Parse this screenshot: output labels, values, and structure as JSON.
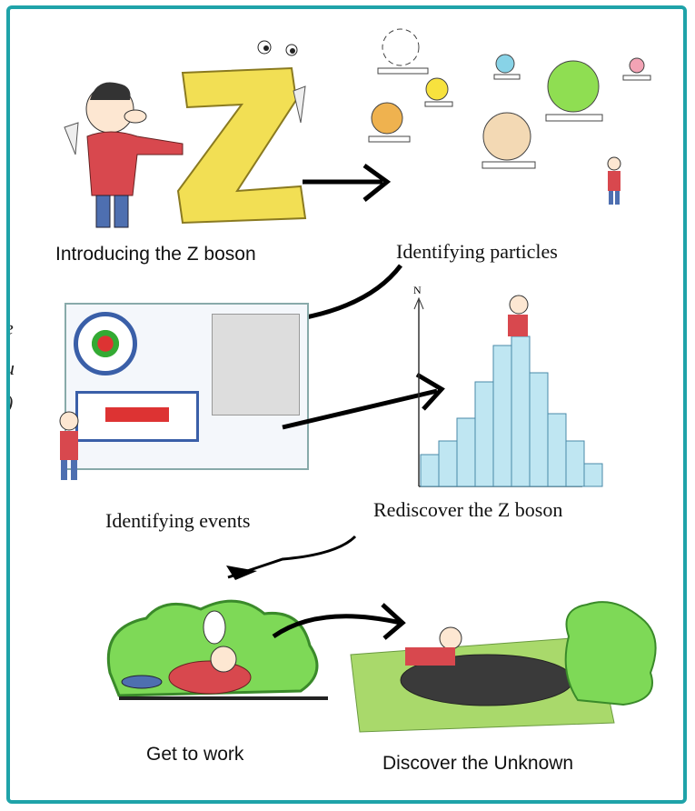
{
  "steps": [
    {
      "id": "intro",
      "caption": "Introducing the Z boson"
    },
    {
      "id": "particles",
      "caption": "Identifying particles"
    },
    {
      "id": "events",
      "caption": "Identifying events"
    },
    {
      "id": "rediscover",
      "caption": "Rediscover the Z boson"
    },
    {
      "id": "work",
      "caption": "Get to work"
    },
    {
      "id": "unknown",
      "caption": "Discover the Unknown"
    }
  ],
  "histogram": {
    "axis_label": "N"
  },
  "left_edge_fragments": [
    "e",
    "u",
    ")"
  ],
  "colors": {
    "frame": "#1fa3a9",
    "z_letter": "#f2df54",
    "shirt": "#d8484e",
    "jeans": "#4e6fb0",
    "bush": "#7ed957",
    "hist_fill": "#bfe6f2"
  }
}
